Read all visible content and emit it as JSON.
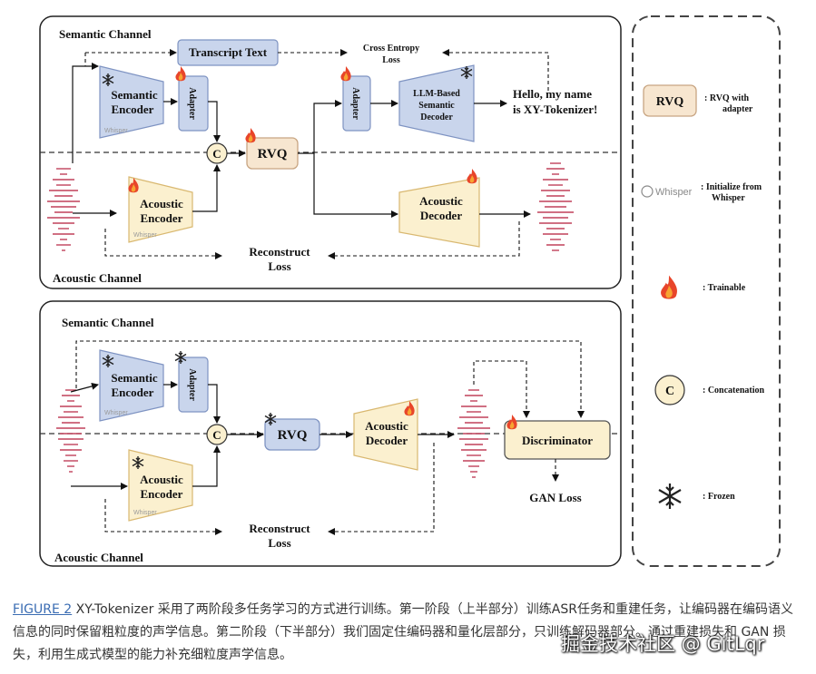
{
  "top_panel": {
    "semantic_channel": "Semantic Channel",
    "acoustic_channel": "Acoustic Channel",
    "transcript_text": "Transcript Text",
    "cross_entropy_1": "Cross Entropy",
    "cross_entropy_2": "Loss",
    "semantic_encoder_1": "Semantic",
    "semantic_encoder_2": "Encoder",
    "adapter": "Adapter",
    "concat": "C",
    "rvq": "RVQ",
    "llm_decoder_1": "LLM-Based",
    "llm_decoder_2": "Semantic",
    "llm_decoder_3": "Decoder",
    "output_1": "Hello, my name",
    "output_2": "is XY-Tokenizer!",
    "acoustic_encoder_1": "Acoustic",
    "acoustic_encoder_2": "Encoder",
    "acoustic_decoder_1": "Acoustic",
    "acoustic_decoder_2": "Decoder",
    "reconstruct_1": "Reconstruct",
    "reconstruct_2": "Loss",
    "whisper": "Whisper"
  },
  "bottom_panel": {
    "semantic_channel": "Semantic Channel",
    "acoustic_channel": "Acoustic Channel",
    "semantic_encoder_1": "Semantic",
    "semantic_encoder_2": "Encoder",
    "adapter": "Adapter",
    "concat": "C",
    "rvq": "RVQ",
    "acoustic_decoder_1": "Acoustic",
    "acoustic_decoder_2": "Decoder",
    "discriminator": "Discriminator",
    "gan_loss": "GAN Loss",
    "acoustic_encoder_1": "Acoustic",
    "acoustic_encoder_2": "Encoder",
    "reconstruct_1": "Reconstruct",
    "reconstruct_2": "Loss",
    "whisper": "Whisper"
  },
  "legend": {
    "rvq_box": "RVQ",
    "rvq_desc_1": ": RVQ with",
    "rvq_desc_2": "adapter",
    "whisper_logo": "Whisper",
    "whisper_desc_1": ": Initialize from",
    "whisper_desc_2": "Whisper",
    "trainable_desc": ": Trainable",
    "concat_symbol": "C",
    "concat_desc": ": Concatenation",
    "frozen_desc": ": Frozen"
  },
  "caption": {
    "figure_label": "FIGURE 2",
    "text": " XY-Tokenizer 采用了两阶段多任务学习的方式进行训练。第一阶段（上半部分）训练ASR任务和重建任务，让编码器在编码语义信息的同时保留粗粒度的声学信息。第二阶段（下半部分）我们固定住编码器和量化层部分，只训练解码器部分。通过重建损失和 GAN 损失，利用生成式模型的能力补充细粒度声学信息。"
  },
  "watermark": "掘金技术社区 @ GitLqr",
  "colors": {
    "encoder_blue": "#c9d5ec",
    "encoder_stroke": "#7e93c2",
    "acoustic_yellow": "#fbf0cf",
    "acoustic_stroke": "#d9b870",
    "rvq_fill": "#f7e6d0",
    "rvq_stroke": "#c8a582",
    "waveform": "#c0415a",
    "flame_outer": "#e8452a",
    "flame_inner": "#f7a432"
  },
  "icons": [
    "snowflake-icon",
    "flame-icon",
    "whisper-logo-icon",
    "waveform-icon"
  ]
}
